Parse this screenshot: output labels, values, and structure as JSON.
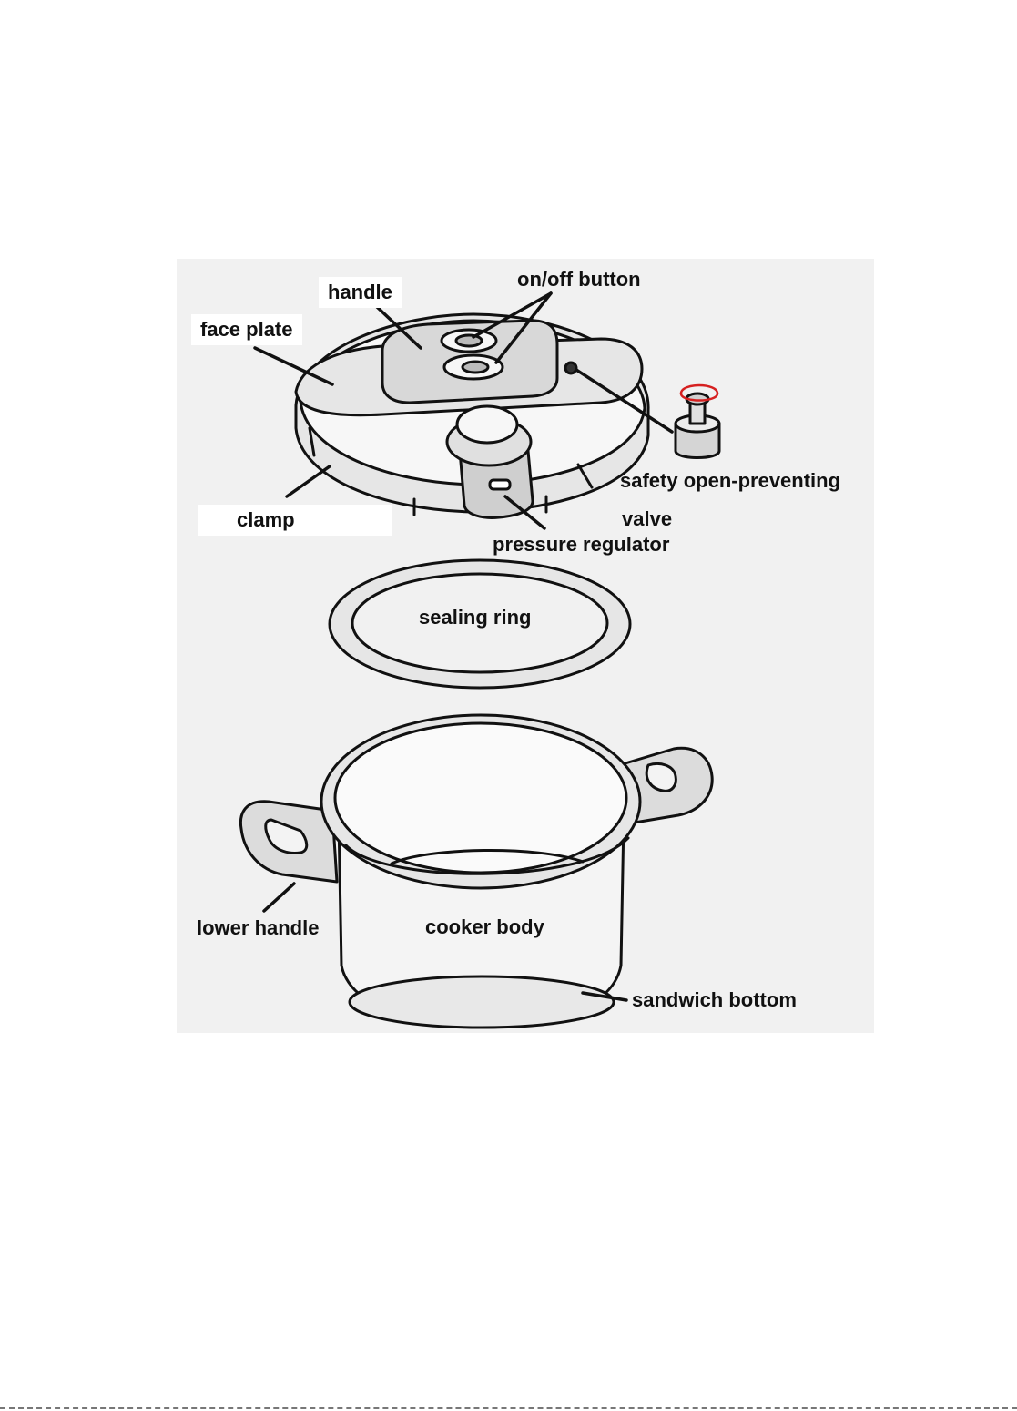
{
  "labels": {
    "handle": "handle",
    "on_off_button": "on/off button",
    "face_plate": "face plate",
    "clamp": "clamp",
    "safety_open_preventing": "safety open-preventing",
    "valve": "valve",
    "pressure_regulator": "pressure regulator",
    "sealing_ring": "sealing ring",
    "lower_handle": "lower handle",
    "cooker_body": "cooker body",
    "sandwich_bottom": "sandwich bottom"
  },
  "colors": {
    "line": "#111111",
    "panel": "#f1f1f1",
    "part_fill": "#e6e6e6",
    "part_light": "#f7f7f7",
    "accent": "#d62020"
  }
}
